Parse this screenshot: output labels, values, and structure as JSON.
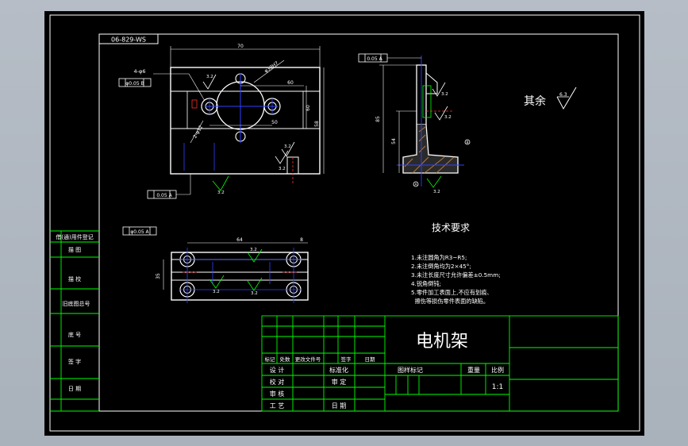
{
  "colors": {
    "background": "#000000",
    "frame": "#ffffff",
    "table_lines": "#00ff00",
    "part_outline": "#ffffff",
    "center_lines": "#0000ff",
    "hidden_lines": "#ff0000",
    "dimension": "#ffffff",
    "surround": "#b4bbc4"
  },
  "drawing_number": "06-829-WS",
  "front_view": {
    "dim_width": "70",
    "dim_inner": "60",
    "dim_hole_spacing": "50",
    "dim_height": "58",
    "dim_side_height": "60",
    "hole_note": "4-φ6",
    "bore_note": "φ30H7",
    "slot_note": "2-φ12",
    "position_frame": "φ0.05 B",
    "flatness_frame": "0.05 A",
    "rough_a": "3.2",
    "rough_b": "3.2",
    "rough_c": "3.2",
    "rough_d": "3.2"
  },
  "side_view": {
    "frame": "0.05 A",
    "dim_total_height": "85",
    "dim_lower_height": "54",
    "rough_top": "3.2",
    "rough_mid": "3.2",
    "rough_bottom": "3.2",
    "datum_b": "B",
    "datum_a": "A"
  },
  "top_view": {
    "frame": "φ0.05 A",
    "dim_length": "64",
    "dim_end": "8",
    "dim_height": "35",
    "rough_left": "3.2",
    "rough_mid": "3.2",
    "rough_right": "3.2"
  },
  "other_surfaces": {
    "label": "其余",
    "value": "6.3"
  },
  "tech_requirements": {
    "title": "技术要求",
    "items": [
      "1.未注圆角为R3~R5;",
      "2.未注倒角均为2×45°;",
      "3.未注长度尺寸允许偏差±0.5mm;",
      "4.锐角倒钝;",
      "5.零件加工表面上,不应有划痕、",
      "  擦伤等损伤零件表面的缺陷。"
    ]
  },
  "side_table": {
    "rows": [
      "借(通)用件登记",
      "描 图",
      "描 校",
      "旧底图总号",
      "底 号",
      "签 字",
      "日 期"
    ]
  },
  "title_block": {
    "part_name": "电机架",
    "marks_header": [
      "标记",
      "处数",
      "更改文件号",
      "签字",
      "日期"
    ],
    "left_rows": [
      "设 计",
      "校 对",
      "审 核",
      "工 艺"
    ],
    "mid_rows": [
      "标准化",
      "审 定",
      "",
      "日 期"
    ],
    "fig_label": "图样标记",
    "weight_label": "重量",
    "scale_label": "比例",
    "scale_value": "1:1"
  }
}
